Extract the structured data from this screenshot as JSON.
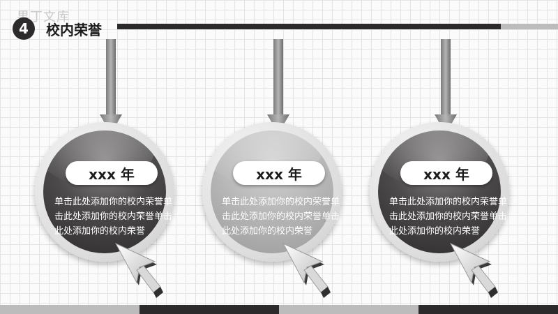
{
  "header": {
    "watermark": "果丁文库",
    "section_number": "4",
    "title": "校内荣誉"
  },
  "cards": [
    {
      "year": "xxx 年",
      "text": "单击此处添加你的校内荣誉单击此处添加你的校内荣誉单击此处添加你的校内荣誉",
      "theme": "dark"
    },
    {
      "year": "xxx 年",
      "text": "单击此处添加你的校内荣誉单击此处添加你的校内荣誉单击此处添加你的校内荣誉",
      "theme": "light"
    },
    {
      "year": "xxx 年",
      "text": "单击此处添加你的校内荣誉单击此处添加你的校内荣誉单击此处添加你的校内荣誉",
      "theme": "dark"
    }
  ],
  "colors": {
    "dark": "#2c2a2b",
    "light_gray": "#bcbcbc",
    "grid": "#e4e4e4"
  }
}
